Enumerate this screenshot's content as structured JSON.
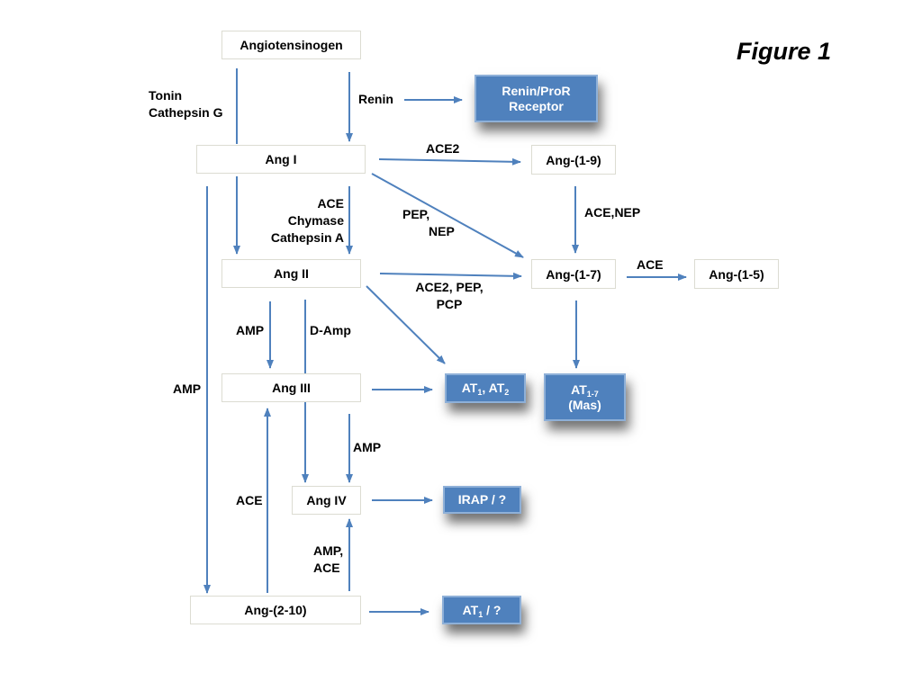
{
  "figure_title": "Figure 1",
  "colors": {
    "receptor_fill": "#4f81bd",
    "arrow": "#4f81bd",
    "node_border": "#dcdcd2"
  },
  "nodes": {
    "angiotensinogen": "Angiotensinogen",
    "ang_i": "Ang I",
    "ang_ii": "Ang II",
    "ang_iii": "Ang III",
    "ang_iv": "Ang IV",
    "ang_2_10": "Ang-(2-10)",
    "ang_1_9": "Ang-(1-9)",
    "ang_1_7": "Ang-(1-7)",
    "ang_1_5": "Ang-(1-5)"
  },
  "receptors": {
    "renin_pror": {
      "line1": "Renin/ProR",
      "line2": "Receptor"
    },
    "at1_at2": {
      "a": "AT",
      "a_sub": "1",
      "sep": ", AT",
      "b_sub": "2"
    },
    "at1_7": {
      "main": "AT",
      "sub": "1-7",
      "line2": "(Mas)"
    },
    "irap": {
      "label": "IRAP / ?"
    },
    "at1_q": {
      "main": "AT",
      "sub": "1",
      "rest": " / ?"
    }
  },
  "enzymes": {
    "tonin_cathepsin": [
      "Tonin",
      "Cathepsin G"
    ],
    "renin": "Renin",
    "ace2": "ACE2",
    "ace_chymase_cathepsin": [
      "ACE",
      "Chymase",
      "Cathepsin A"
    ],
    "pep_nep": [
      "PEP,",
      "NEP"
    ],
    "ace_nep": "ACE,NEP",
    "ace_to_1_5": "ACE",
    "ace2_pep_pcp": [
      "ACE2, PEP,",
      "PCP"
    ],
    "amp_left": "AMP",
    "d_amp": "D-Amp",
    "amp_long": "AMP",
    "amp_iii_iv": "AMP",
    "ace_2_10_iii": "ACE",
    "amp_ace": [
      "AMP,",
      "ACE"
    ]
  }
}
